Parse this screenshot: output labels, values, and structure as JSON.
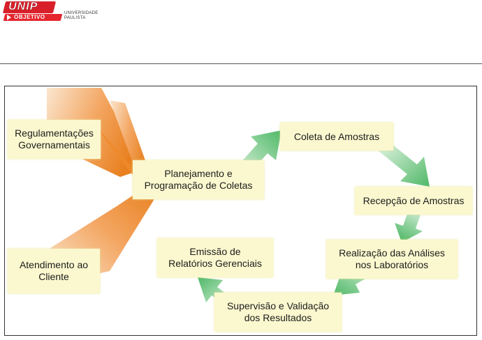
{
  "logo": {
    "brand": "UNIP",
    "sub": "OBJETIVO",
    "university_line1": "UNIVERSIDADE",
    "university_line2": "PAULISTA"
  },
  "diagram": {
    "inputs": [
      {
        "line1": "Regulamentações",
        "line2": "Governamentais"
      },
      {
        "line1": "Atendimento ao",
        "line2": "Cliente"
      }
    ],
    "steps": [
      {
        "line1": "Planejamento e",
        "line2": "Programação de Coletas"
      },
      {
        "line1": "Coleta de Amostras"
      },
      {
        "line1": "Recepção de Amostras"
      },
      {
        "line1": "Realização das Análises",
        "line2": "nos Laboratórios"
      },
      {
        "line1": "Supervisão e Validação",
        "line2": "dos Resultados"
      },
      {
        "line1": "Emissão de",
        "line2": "Relatórios Gerenciais"
      }
    ],
    "colors": {
      "input_arrow": "#ee8a2a",
      "flow_arrow": "#5cc070",
      "box_fill": "#fbf8cf"
    }
  }
}
